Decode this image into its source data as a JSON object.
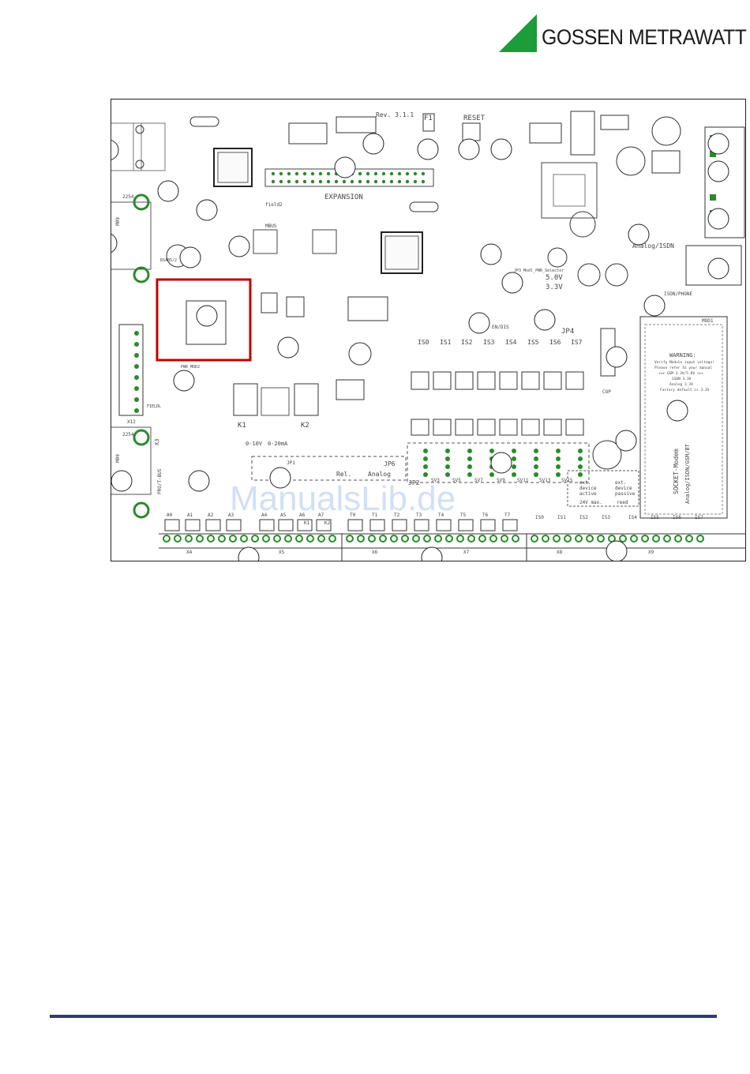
{
  "header": {
    "brand": "GOSSEN METRAWATT",
    "brand_color": "#1b9d3a"
  },
  "board": {
    "revision": "Rev. 3.1.1",
    "labels": {
      "f1": "F1",
      "reset": "RESET",
      "expansion": "EXPANSION",
      "m09_top": "M09",
      "m09_bottom": "M09",
      "x12": "X12",
      "x3": "X3",
      "pro_bus": "PRO/T-BUS",
      "rs485": "RS485/2",
      "pwr": "PWR_MOD2",
      "field2": "field2",
      "mbus": "MBUS",
      "fieldl": "FIELDL",
      "analog_isdn": "Analog/ISDN",
      "isdn_phone": "ISDN/PHONE",
      "en_dis": "EN/DIS",
      "jp4": "JP4",
      "jp3": "JP3 Modl_PWR_Selector",
      "v50": "5.0V",
      "v33": "3.3V",
      "cop": "COP",
      "warning": "WARNING:",
      "warning_l1": "Verify Module input voltage!",
      "warning_l2": "Please refer to your manual",
      "warning_l3": "+++ GSM 3.3V/5.0V +++",
      "warning_l4": "ISDN 3.3V",
      "warning_l5": "Analog 3.3V",
      "warning_l6": "Factory default is 3.3V",
      "mod1": "MOD1",
      "socket": "SOCKET-Modem",
      "socket2": "Analog/ISDN/GSM/BT",
      "k1": "K1",
      "k2": "K2",
      "jp6": "JP6",
      "rel": "Rel.",
      "analog": "Analog",
      "jp2": "JP2",
      "jp1": "JP1",
      "range1": "0-10V",
      "range2": "0-20mA",
      "ext_active1": "ext.",
      "ext_active2": "device",
      "ext_active3": "active",
      "ext_passive1": "ext.",
      "ext_passive2": "device",
      "ext_passive3": "passive",
      "v24": "24V max.",
      "reed": "reed",
      "x4": "X4",
      "x5": "X5",
      "x6": "X6",
      "x7": "X7",
      "x8": "X8",
      "x9": "X9",
      "c254a": "2254",
      "c254b": "2254"
    },
    "is_labels": [
      "IS0",
      "IS1",
      "IS2",
      "IS3",
      "IS4",
      "IS5",
      "IS6",
      "IS7"
    ],
    "analog_labels": [
      "A0",
      "A1",
      "A2",
      "A3",
      "A4",
      "A5",
      "A6",
      "A7"
    ],
    "relay_labels": [
      "K1",
      "K2"
    ],
    "t_labels": [
      "T0",
      "T1",
      "T2",
      "T3",
      "T4",
      "T5",
      "T6",
      "T7"
    ],
    "s_labels": [
      "IS0",
      "IS1",
      "IS2",
      "IS3",
      "IS4",
      "IS5",
      "IS6",
      "IS7"
    ],
    "sv_labels": [
      "SV3",
      "SV5",
      "SV7",
      "SV9",
      "SV11",
      "SV13",
      "SV15"
    ]
  },
  "watermark": "ManualsLib.de"
}
